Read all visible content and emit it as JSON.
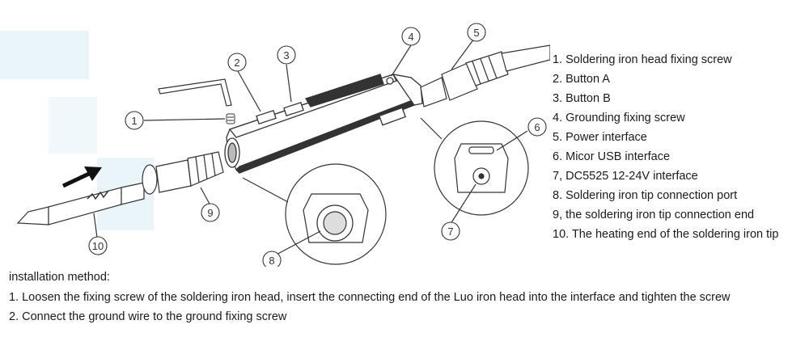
{
  "callouts": [
    "1",
    "2",
    "3",
    "4",
    "5",
    "6",
    "7",
    "8",
    "9",
    "10"
  ],
  "legend": [
    "1. Soldering iron head fixing screw",
    "2. Button A",
    "3. Button B",
    "4. Grounding fixing screw",
    "5. Power interface",
    "6. Micor USB interface",
    "7, DC5525 12-24V interface",
    "8. Soldering iron tip connection port",
    "9, the soldering iron tip connection end",
    "10. The heating end of the soldering iron tip"
  ],
  "installation": {
    "title": "installation method:",
    "steps": [
      "1. Loosen the fixing screw of the soldering iron head, insert the connecting end of the Luo iron head into the interface and tighten the screw",
      "2. Connect the ground wire to the ground fixing screw"
    ]
  },
  "colors": {
    "line": "#333333",
    "watermark": "#e8f4f8",
    "text": "#1a1a1a"
  }
}
